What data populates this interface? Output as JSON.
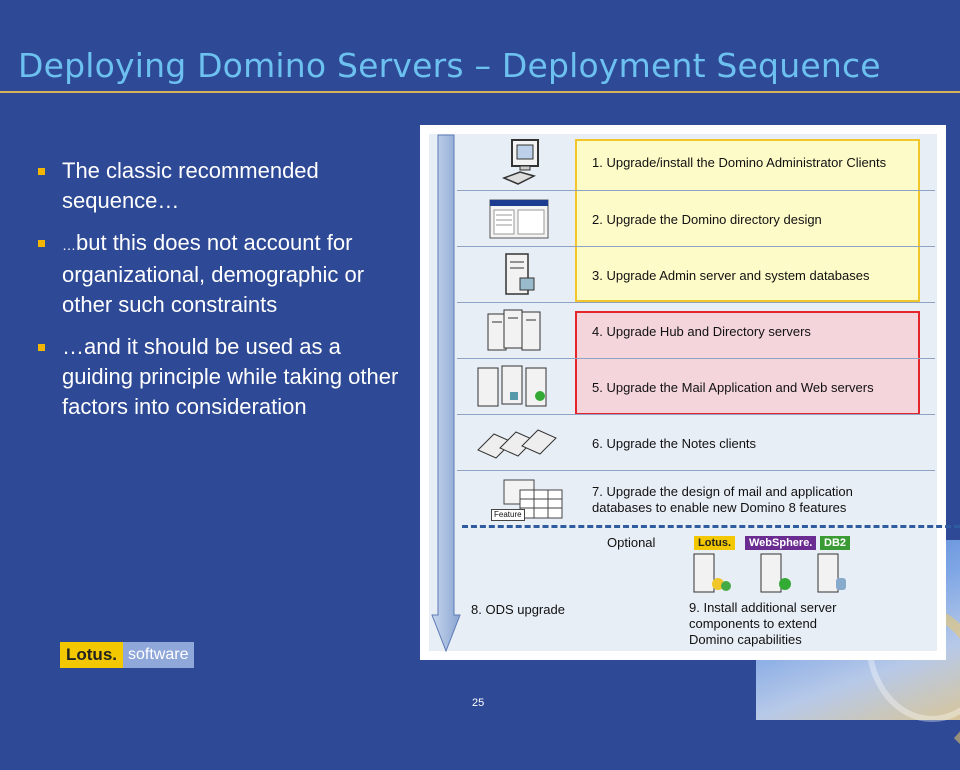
{
  "slide": {
    "title": "Deploying Domino Servers – Deployment Sequence",
    "page_number": "25",
    "bullets": [
      {
        "prefix": "",
        "text": "The classic recommended sequence…"
      },
      {
        "prefix": "…",
        "text": "but this does not account for organizational, demographic or other such constraints"
      },
      {
        "prefix": "",
        "text": "…and it should be used as a guiding principle while taking other factors into consideration"
      }
    ],
    "brand": {
      "lotus": "Lotus.",
      "software": "software"
    }
  },
  "diagram": {
    "steps": [
      "1. Upgrade/install the Domino Administrator Clients",
      "2. Upgrade the Domino directory design",
      "3. Upgrade Admin server and system databases",
      "4. Upgrade Hub and Directory servers",
      "5. Upgrade the Mail Application and Web servers",
      "6. Upgrade the Notes clients",
      "7. Upgrade the design of mail and application databases to enable new Domino 8 features"
    ],
    "feature_label": "Feature",
    "optional_label": "Optional",
    "ods_label": "8. ODS upgrade",
    "step9": "9. Install additional server components to extend Domino capabilities",
    "product_logos": [
      "Lotus.",
      "WebSphere.",
      "DB2"
    ],
    "colors": {
      "yellow_group": "#f1c62b",
      "red_group": "#e4262c",
      "arrow": "#9db3d6"
    }
  }
}
